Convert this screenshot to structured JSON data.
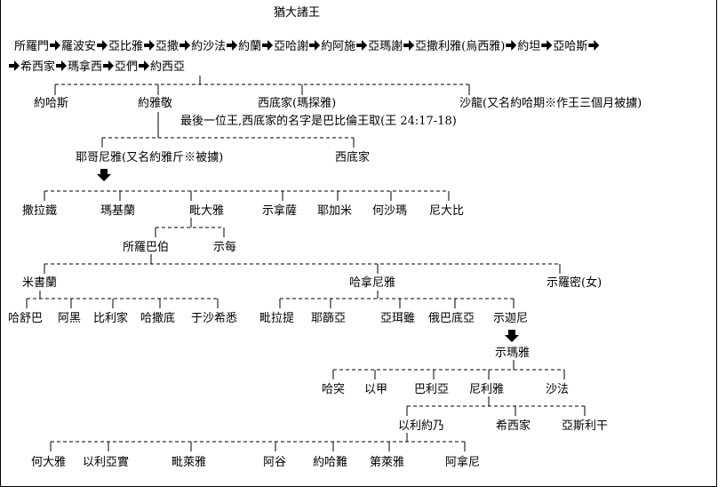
{
  "title": "猶大諸王",
  "lineage_row1": [
    "所羅門",
    "羅波安",
    "亞比雅",
    "亞撒",
    "約沙法",
    "約蘭",
    "亞哈謝",
    "約阿施",
    "亞瑪謝",
    "亞撒利雅(烏西雅)",
    "約坦",
    "亞哈斯"
  ],
  "lineage_row2": [
    "希西家",
    "瑪拿西",
    "亞們",
    "約西亞"
  ],
  "josiah_sons": [
    "約哈斯",
    "約雅敬",
    "西底家(瑪探雅)",
    "沙龍(又名約哈期※作王三個月被擄)"
  ],
  "note": "最後一位王,西底家的名字是巴比倫王取(王 24:17-18)",
  "gen3": [
    "耶哥尼雅(又名約雅斤※被擄)",
    "西底家"
  ],
  "jeconiah_sons": [
    "撒拉鐵",
    "瑪基蘭",
    "毗大雅",
    "示拿薩",
    "耶加米",
    "何沙瑪",
    "尼大比"
  ],
  "pedaiah_sons": [
    "所羅巴伯",
    "示每"
  ],
  "zerubbabel_children": [
    "米書蘭",
    "哈拿尼雅",
    "示羅密(女)"
  ],
  "meshullam_line": [
    "哈舒巴",
    "阿黑",
    "比利家",
    "哈撒底",
    "于沙希悉"
  ],
  "hananiah_line": [
    "毗拉提",
    "耶篩亞",
    "亞珥雖",
    "俄巴底亞",
    "示迦尼"
  ],
  "shemaiah": "示瑪雅",
  "shemaiah_sons": [
    "哈突",
    "以甲",
    "巴利亞",
    "尼利雅",
    "沙法"
  ],
  "neariah_sons": [
    "以利約乃",
    "希西家",
    "亞斯利干"
  ],
  "elioenai_sons": [
    "何大雅",
    "以利亞實",
    "毗萊雅",
    "阿谷",
    "約哈難",
    "第萊雅",
    "阿拿尼"
  ]
}
